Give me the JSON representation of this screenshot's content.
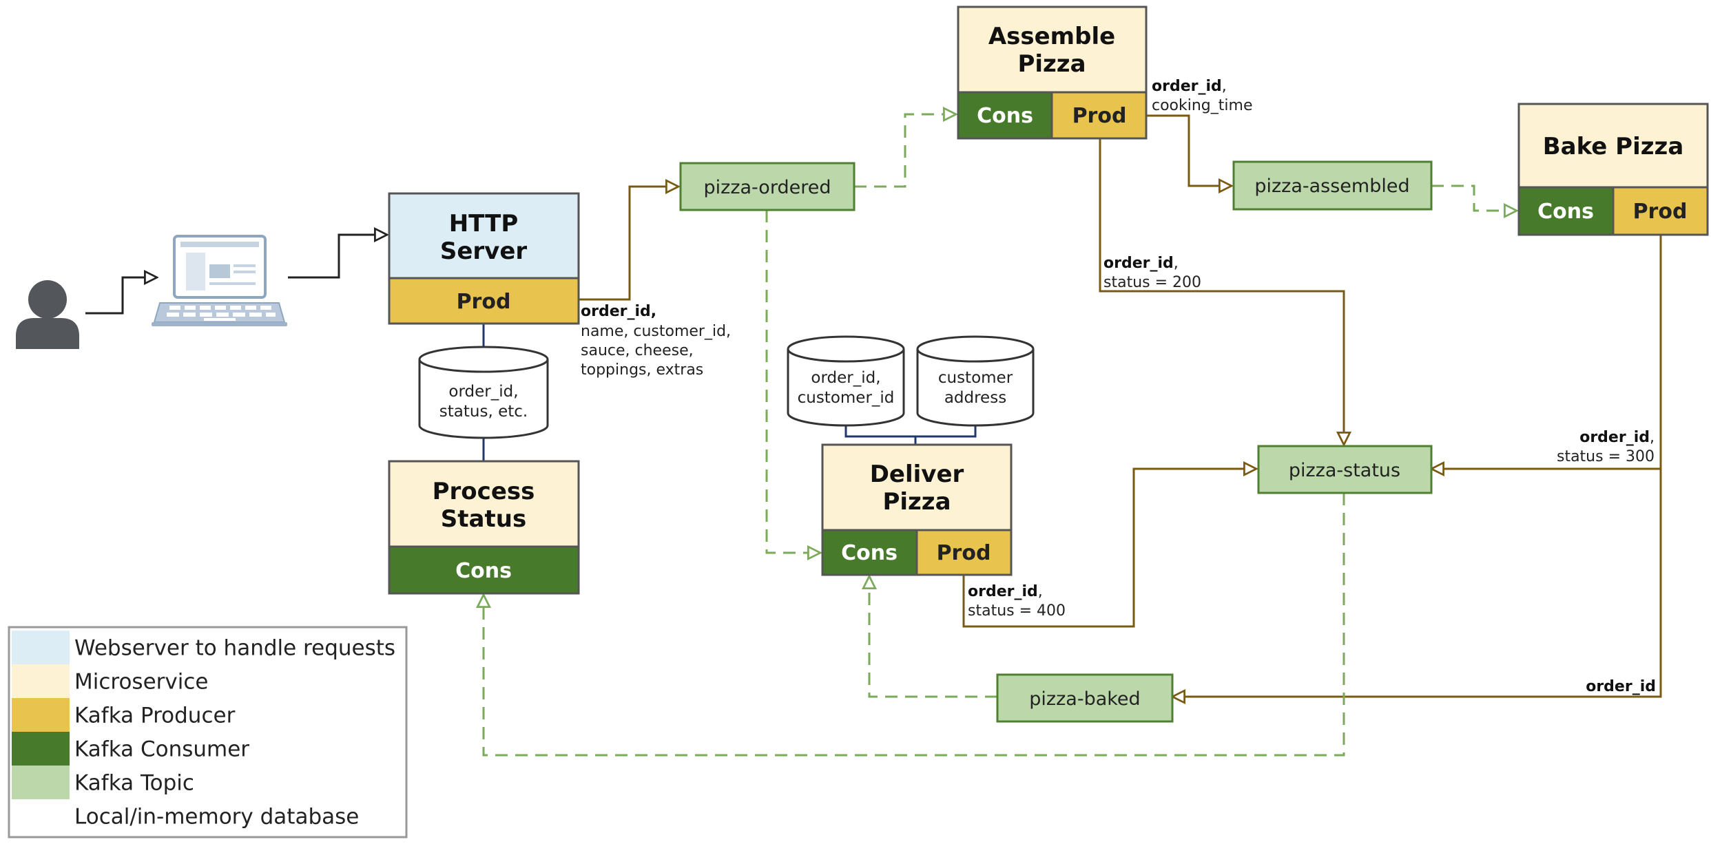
{
  "services": {
    "http_server": {
      "title_lines": [
        "HTTP",
        "Server"
      ],
      "prod": "Prod"
    },
    "assemble": {
      "title_lines": [
        "Assemble",
        "Pizza"
      ],
      "cons": "Cons",
      "prod": "Prod"
    },
    "bake": {
      "title": "Bake Pizza",
      "cons": "Cons",
      "prod": "Prod"
    },
    "deliver": {
      "title_lines": [
        "Deliver",
        "Pizza"
      ],
      "cons": "Cons",
      "prod": "Prod"
    },
    "process_status": {
      "title_lines": [
        "Process",
        "Status"
      ],
      "cons": "Cons"
    }
  },
  "topics": {
    "ordered": "pizza-ordered",
    "assembled": "pizza-assembled",
    "status": "pizza-status",
    "baked": "pizza-baked"
  },
  "databases": {
    "process": [
      "order_id,",
      "status, etc."
    ],
    "deliver_orders": [
      "order_id,",
      "customer_id"
    ],
    "deliver_address": [
      "customer",
      "address"
    ]
  },
  "annotations": {
    "http_prod": {
      "key": "order_id,",
      "lines": [
        "name, customer_id,",
        "sauce, cheese,",
        "toppings, extras"
      ]
    },
    "assemble_prod": {
      "key": "order_id",
      "key_suffix": ",",
      "line": "cooking_time"
    },
    "assemble_status": {
      "key": "order_id",
      "key_suffix": ",",
      "line": "status = 200"
    },
    "bake_status": {
      "key": "order_id",
      "key_suffix": ",",
      "line": "status = 300"
    },
    "deliver_status": {
      "key": "order_id",
      "key_suffix": ",",
      "line": "status = 400"
    },
    "bake_baked": {
      "key": "order_id"
    }
  },
  "legend": [
    {
      "label": "Webserver to handle requests",
      "color": "#dcedf5"
    },
    {
      "label": "Microservice",
      "color": "#fdf2d3"
    },
    {
      "label": "Kafka Producer",
      "color": "#e8c44f"
    },
    {
      "label": "Kafka Consumer",
      "color": "#487a2b"
    },
    {
      "label": "Kafka Topic",
      "color": "#bcd8ab"
    },
    {
      "label": "Local/in-memory database",
      "color": "#ffffff"
    }
  ],
  "colors": {
    "webserver": "#dcedf5",
    "microservice": "#fdf2d3",
    "producer": "#e8c44f",
    "consumer": "#487a2b",
    "topic": "#bcd8ab",
    "producer_line": "#7a5a10",
    "consumer_line": "#7aaa5a",
    "db_line": "#1f3a6a",
    "person": "#53565a"
  },
  "icons": {
    "user": "user-icon",
    "laptop": "laptop-icon"
  }
}
